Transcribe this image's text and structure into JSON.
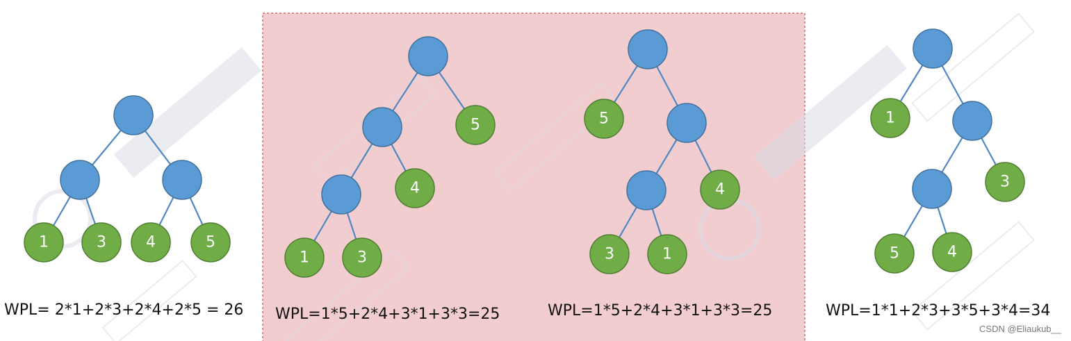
{
  "colors": {
    "internal_node": "#5b9bd5",
    "internal_stroke": "#41719c",
    "leaf_node": "#70ad47",
    "leaf_stroke": "#507e32",
    "edge": "#4f87c2",
    "highlight_fill": "#f2cdd0",
    "highlight_border": "#c0504d",
    "watermark": "#d9dce6"
  },
  "trees": [
    {
      "id": "tree-1",
      "leaves": [
        "1",
        "3",
        "4",
        "5"
      ],
      "formula": "WPL= 2*1+2*3+2*4+2*5 = 26"
    },
    {
      "id": "tree-2",
      "highlighted": true,
      "leaves": [
        "5",
        "4",
        "1",
        "3"
      ],
      "formula": "WPL=1*5+2*4+3*1+3*3=25"
    },
    {
      "id": "tree-3",
      "highlighted": true,
      "leaves": [
        "5",
        "4",
        "3",
        "1"
      ],
      "formula": "WPL=1*5+2*4+3*1+3*3=25"
    },
    {
      "id": "tree-4",
      "leaves": [
        "1",
        "3",
        "5",
        "4"
      ],
      "formula": "WPL=1*1+2*3+3*5+3*4=34"
    }
  ],
  "credit": "CSDN @Eliaukub__"
}
